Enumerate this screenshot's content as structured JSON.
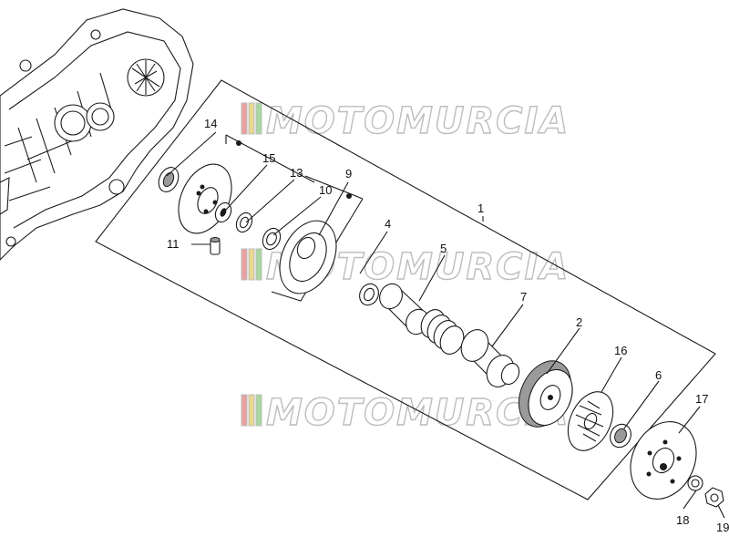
{
  "watermark": "MOTOMURCIA",
  "watermark_colors": [
    "#e8a0a0",
    "#e8d890",
    "#a8d8a0"
  ],
  "callouts": [
    {
      "id": "1",
      "text": "1"
    },
    {
      "id": "2",
      "text": "2"
    },
    {
      "id": "4",
      "text": "4"
    },
    {
      "id": "5",
      "text": "5"
    },
    {
      "id": "6",
      "text": "6"
    },
    {
      "id": "7",
      "text": "7"
    },
    {
      "id": "9",
      "text": "9"
    },
    {
      "id": "10",
      "text": "10"
    },
    {
      "id": "11",
      "text": "11"
    },
    {
      "id": "13",
      "text": "13"
    },
    {
      "id": "14",
      "text": "14"
    },
    {
      "id": "15",
      "text": "15"
    },
    {
      "id": "16",
      "text": "16"
    },
    {
      "id": "17",
      "text": "17"
    },
    {
      "id": "18",
      "text": "18"
    },
    {
      "id": "19",
      "text": "19"
    }
  ]
}
